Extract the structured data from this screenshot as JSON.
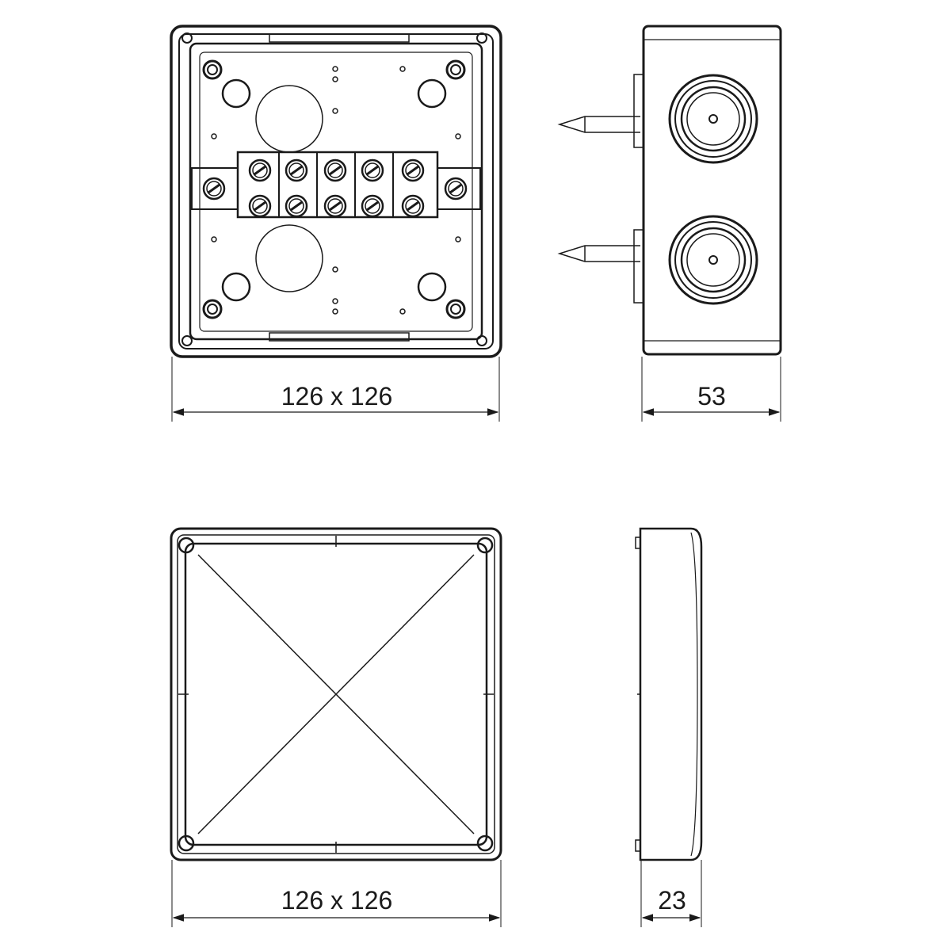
{
  "drawing": {
    "box_top_view": {
      "dimension_label": "126 x 126"
    },
    "box_side_view": {
      "dimension_label": "53"
    },
    "lid_top_view": {
      "dimension_label": "126 x 126"
    },
    "lid_side_view": {
      "dimension_label": "23"
    }
  },
  "colors": {
    "line": "#1a1a1a",
    "background": "#ffffff"
  }
}
